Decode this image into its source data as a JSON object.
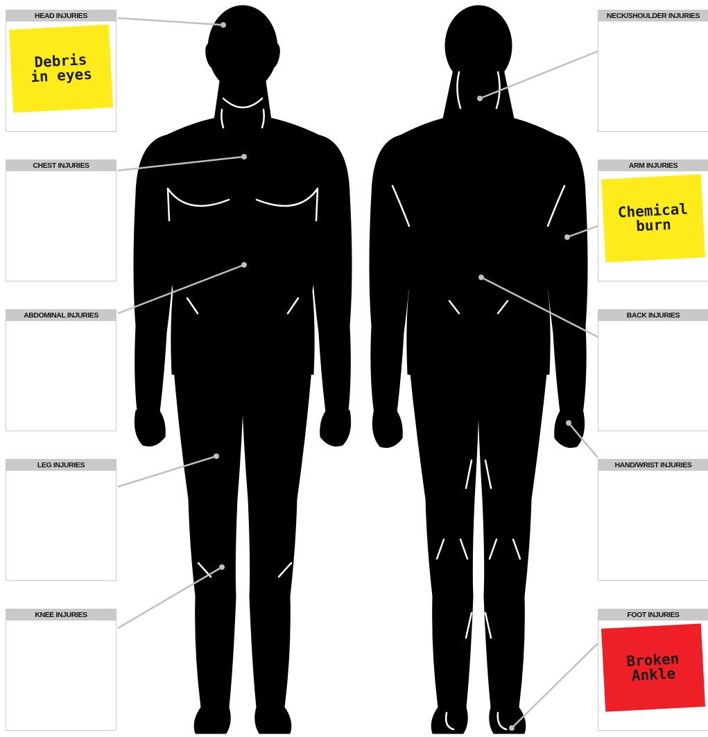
{
  "colors": {
    "silhouette": "#000000",
    "leader_line": "#c0c0c0",
    "panel_header_bg": "#c9c9c9",
    "note_yellow": "#ffec1a",
    "note_red": "#ee2027"
  },
  "panels": {
    "head": {
      "title": "HEAD INJURIES",
      "note": "Debris\nin eyes",
      "note_color": "yellow"
    },
    "chest": {
      "title": "CHEST INJURIES",
      "note": "",
      "note_color": ""
    },
    "abdominal": {
      "title": "ABDOMINAL INJURIES",
      "note": "",
      "note_color": ""
    },
    "leg": {
      "title": "LEG INJURIES",
      "note": "",
      "note_color": ""
    },
    "knee": {
      "title": "KNEE INJURIES",
      "note": "",
      "note_color": ""
    },
    "neck_shoulder": {
      "title": "NECK/SHOULDER INJURIES",
      "note": "",
      "note_color": ""
    },
    "arm": {
      "title": "ARM INJURIES",
      "note": "Chemical\nburn",
      "note_color": "yellow"
    },
    "back": {
      "title": "BACK INJURIES",
      "note": "",
      "note_color": ""
    },
    "hand_wrist": {
      "title": "HAND/WRIST INJURIES",
      "note": "",
      "note_color": ""
    },
    "foot": {
      "title": "FOOT INJURIES",
      "note": "Broken\nAnkle",
      "note_color": "red"
    }
  }
}
